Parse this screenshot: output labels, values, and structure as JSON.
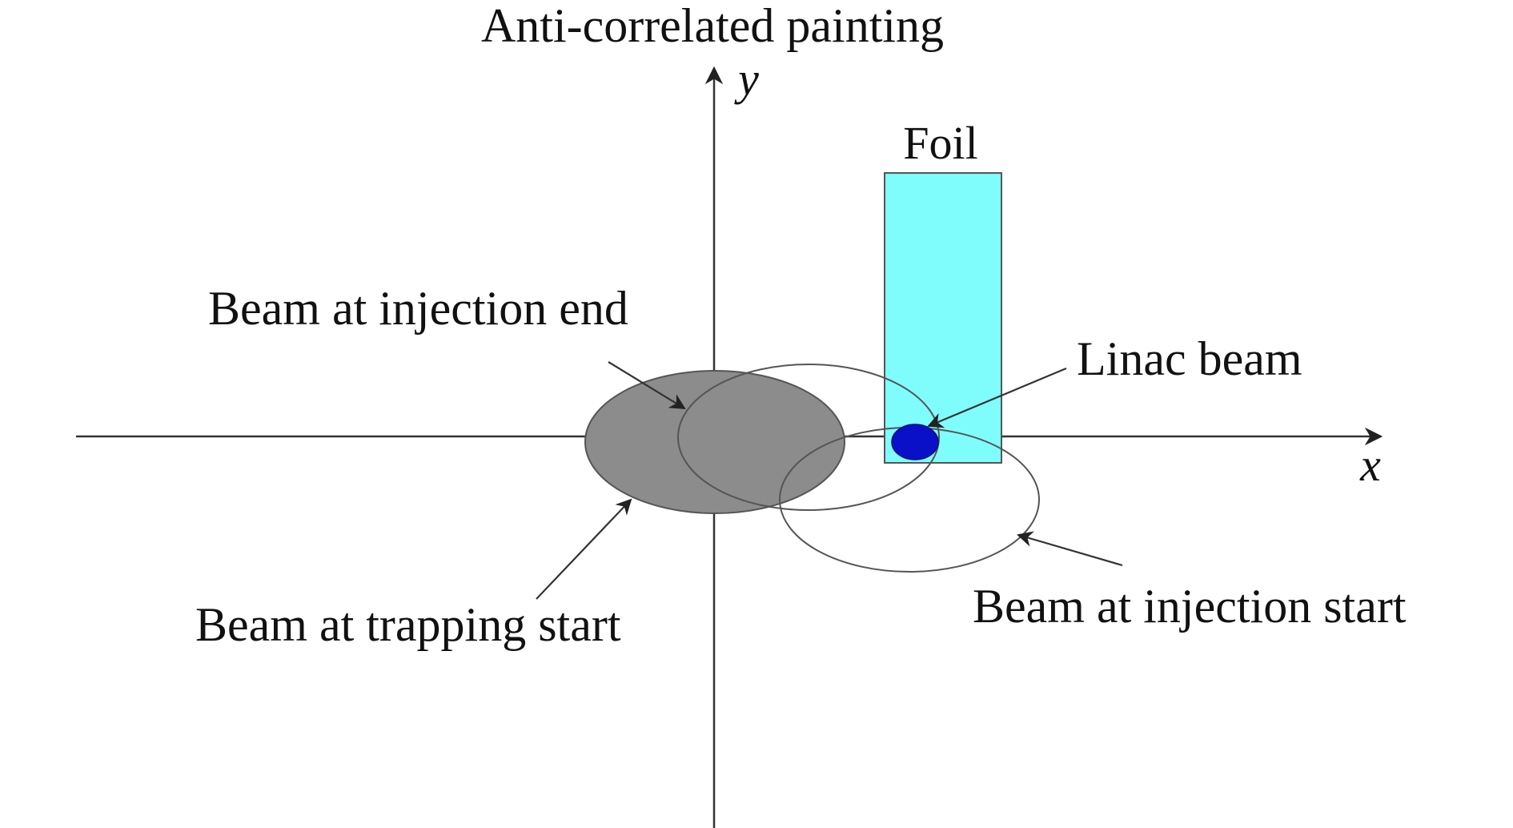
{
  "title": "Anti-correlated painting",
  "axes": {
    "x_label": "x",
    "y_label": "y"
  },
  "labels": {
    "foil": "Foil",
    "linac_beam": "Linac beam",
    "beam_injection_end": "Beam at injection end",
    "beam_trapping_start": "Beam at trapping start",
    "beam_injection_start": "Beam at injection start"
  },
  "colors": {
    "foil_fill": "#7ffdfd",
    "foil_stroke": "#555555",
    "linac_beam_fill": "#0a10c8",
    "trapping_beam_fill": "#8c8c8c",
    "outline_stroke": "#555555",
    "axis": "#333333"
  }
}
